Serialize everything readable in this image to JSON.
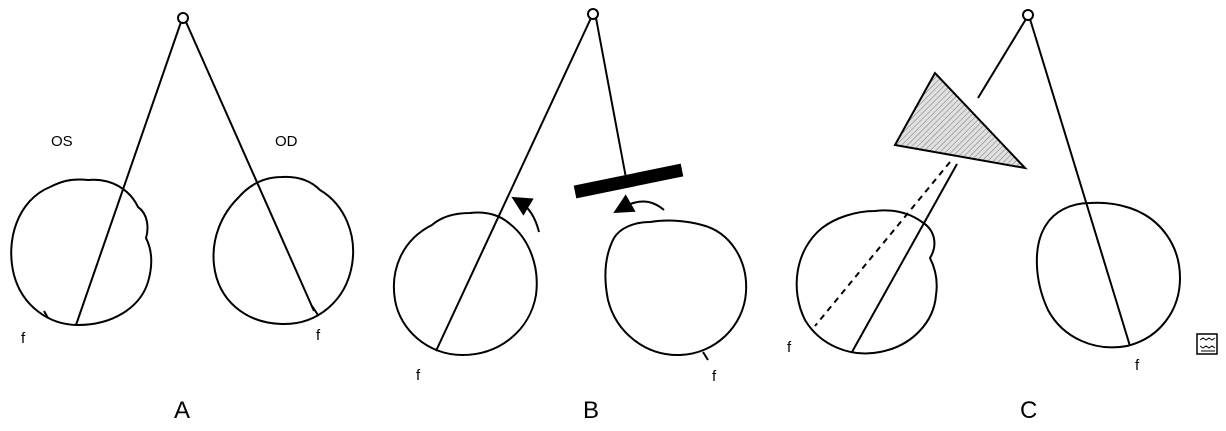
{
  "figure": {
    "panels": [
      {
        "id": "A",
        "label": "A",
        "eye_labels": {
          "left": "OS",
          "right": "OD"
        },
        "fovea_labels": [
          "f",
          "f"
        ]
      },
      {
        "id": "B",
        "label": "B",
        "fovea_labels": [
          "f",
          "f"
        ],
        "occluder": "black-bar",
        "arrows": [
          "rotation-arrow-left-eye",
          "rotation-arrow-right-eye"
        ]
      },
      {
        "id": "C",
        "label": "C",
        "fovea_labels": [
          "f",
          "f"
        ],
        "prism": "hatched-triangle"
      }
    ],
    "corner_icon": "small-logo-icon",
    "colors": {
      "line": "#000000",
      "prism_fill": "#d9d9d9",
      "background": "#ffffff"
    }
  }
}
